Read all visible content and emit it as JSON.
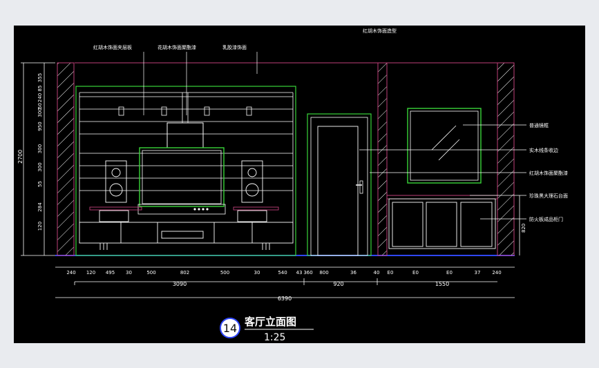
{
  "drawing": {
    "callouts_top": [
      "红胡木饰面造型",
      "红胡木饰面夹层板",
      "花胡木饰面聚酯漆",
      "乳胶漆饰面"
    ],
    "callouts_right": [
      "普通镜框",
      "实木线条收边",
      "红胡木饰面聚酯漆",
      "珍珠黑大理石台面",
      "防火板成品柜门"
    ],
    "height_dims": [
      "355",
      "85",
      "240",
      "50",
      "300",
      "950",
      "300",
      "300",
      "55",
      "284",
      "120"
    ],
    "total_height": "2700",
    "cabinet_height": "820",
    "width_dims": [
      "240",
      "120",
      "495",
      "30",
      "500",
      "802",
      "500",
      "30",
      "540",
      "43",
      "360",
      "800",
      "36",
      "40",
      "E0",
      "E0",
      "E0",
      "37",
      "240"
    ],
    "subtotals": [
      "3090",
      "920",
      "1550"
    ],
    "overall_width": "6390",
    "title": {
      "number": "14",
      "name": "客厅立面图",
      "scale": "1:25"
    }
  },
  "colors": {
    "background": "#000000",
    "frame": "#e9ebef",
    "line": "#ffffff",
    "wall": "#c0407a",
    "outline": "#39d53a",
    "accent": "#2f47ff"
  }
}
